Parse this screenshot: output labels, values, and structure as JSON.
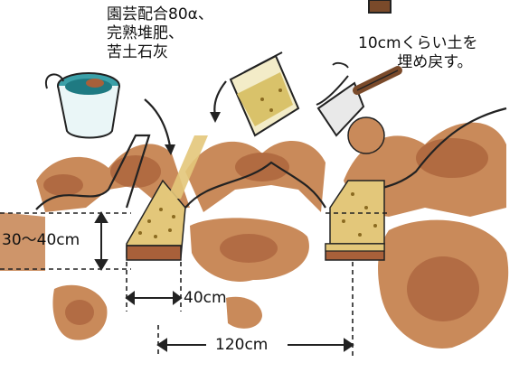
{
  "annotations": {
    "amendment_lines": [
      "園芸配合80α、",
      "完熟堆肥、",
      "苦土石灰"
    ],
    "refill_lines": [
      "10cmくらい土を",
      "埋め戻す。"
    ]
  },
  "dimensions": {
    "depth": "30〜40cm",
    "trench_width": "40cm",
    "spacing": "120cm"
  },
  "colors": {
    "soil": "#c98a5a",
    "soil_dark": "#a8603a",
    "amendment": "#e3c77a",
    "ink": "#222222",
    "bucket": "#3aa0a8",
    "shovel": "#7a4a2a"
  },
  "icons": [
    "bucket-icon",
    "fertilizer-bag-icon",
    "shovel-icon"
  ]
}
